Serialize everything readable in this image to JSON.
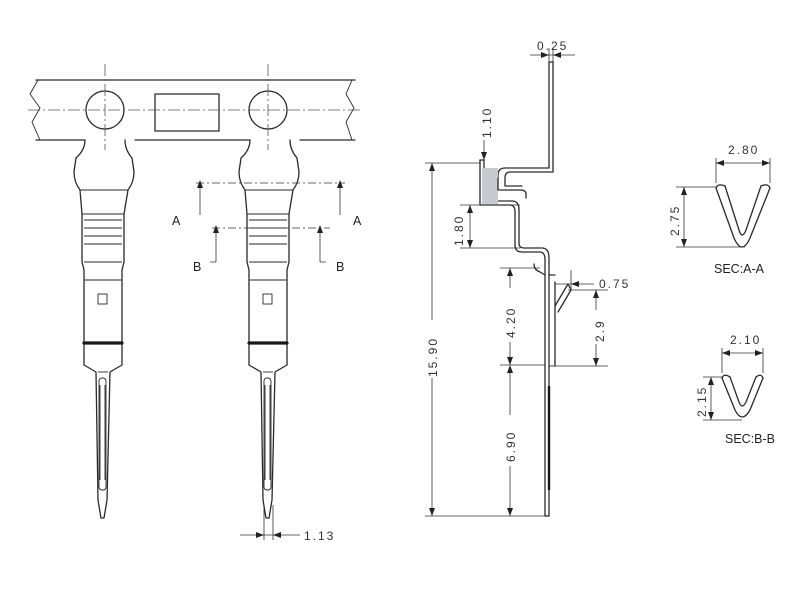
{
  "views": {
    "top": {
      "section_a": "A",
      "section_b": "B",
      "pin_width_dim": "1.13"
    },
    "side": {
      "thickness_dim": "0.25",
      "crimp_height_dim": "1.10",
      "insulation_gap_dim": "1.80",
      "total_length_dim": "15.90",
      "contact_body_dim": "4.20",
      "pin_length_dim": "6.90",
      "lance_width_dim": "0.75",
      "lance_length_dim": "2.9"
    },
    "section_aa": {
      "title": "SEC:A-A",
      "width_dim": "2.80",
      "height_dim": "2.75"
    },
    "section_bb": {
      "title": "SEC:B-B",
      "width_dim": "2.10",
      "height_dim": "2.15"
    }
  }
}
